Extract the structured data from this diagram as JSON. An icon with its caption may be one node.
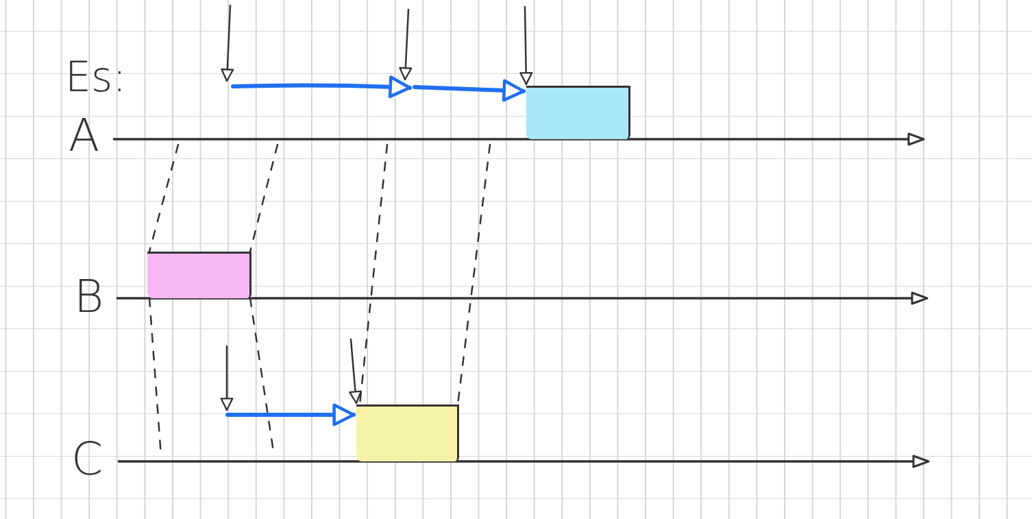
{
  "diagram": {
    "nodes": [
      {
        "text": [],
        "shape": "bar",
        "beside": [
          "A"
        ]
      },
      {
        "text": [],
        "shape": "box"
      },
      {
        "text": [],
        "shape": "bar",
        "beside": [
          "B"
        ]
      },
      {
        "text": [],
        "shape": "box"
      },
      {
        "text": [],
        "shape": "bar",
        "beside": [
          "C"
        ]
      },
      {
        "text": [],
        "shape": "box"
      }
    ],
    "edges": [
      {
        "from": null,
        "to": 1,
        "arrow": "to",
        "style": "thick",
        "color": "#1f6ff0"
      },
      {
        "from": null,
        "to": 1,
        "arrow": "to"
      },
      {
        "from": 0,
        "to": 3,
        "arrow": "none",
        "style": "dashed"
      },
      {
        "from": 0,
        "to": 3,
        "arrow": "none",
        "style": "dashed"
      },
      {
        "from": 3,
        "to": 4,
        "arrow": "none",
        "style": "dashed"
      },
      {
        "from": 3,
        "to": 4,
        "arrow": "none",
        "style": "dashed"
      },
      {
        "from": 0,
        "to": 5,
        "arrow": "none",
        "style": "dashed"
      },
      {
        "from": 0,
        "to": 5,
        "arrow": "none",
        "style": "dashed"
      },
      {
        "from": null,
        "to": 5,
        "arrow": "to",
        "style": "thick",
        "color": "#1f6ff0"
      },
      {
        "from": null,
        "to": 5,
        "arrow": "to"
      }
    ],
    "labels": [
      "Es:"
    ]
  }
}
